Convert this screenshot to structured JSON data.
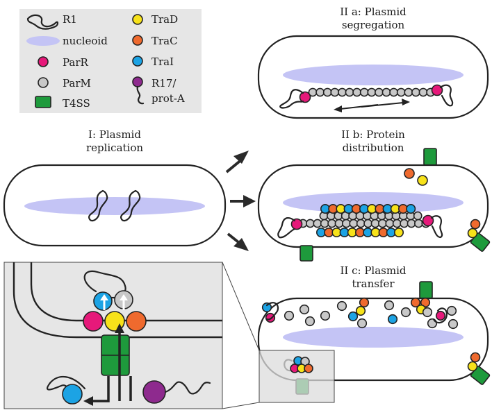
{
  "colors": {
    "ParR": "#e6197a",
    "ParM": "#c8c8c8",
    "T4SS": "#1e9a3c",
    "TraD": "#f7e21a",
    "TraC": "#ef6a2e",
    "TraI": "#1ca3e4",
    "R17_protA": "#8e2a8e",
    "nucleoid": "#c4c4f5",
    "legend_bg": "#e6e6e6",
    "inset_bg": "#e6e6e6"
  },
  "legend": {
    "r1": "R1",
    "nucleoid": "nucleoid",
    "parr": "ParR",
    "parm": "ParM",
    "t4ss": "T4SS",
    "trad": "TraD",
    "trac": "TraC",
    "trai": "TraI",
    "r17_line1": "R17/",
    "r17_line2": "prot-A"
  },
  "panels": {
    "i": {
      "line1": "I: Plasmid",
      "line2": "replication"
    },
    "iia": {
      "line1": "II a: Plasmid",
      "line2": "segregation"
    },
    "iib": {
      "line1": "II b: Protein",
      "line2": "distribution"
    },
    "iic": {
      "line1": "II c: Plasmid",
      "line2": "transfer"
    }
  }
}
